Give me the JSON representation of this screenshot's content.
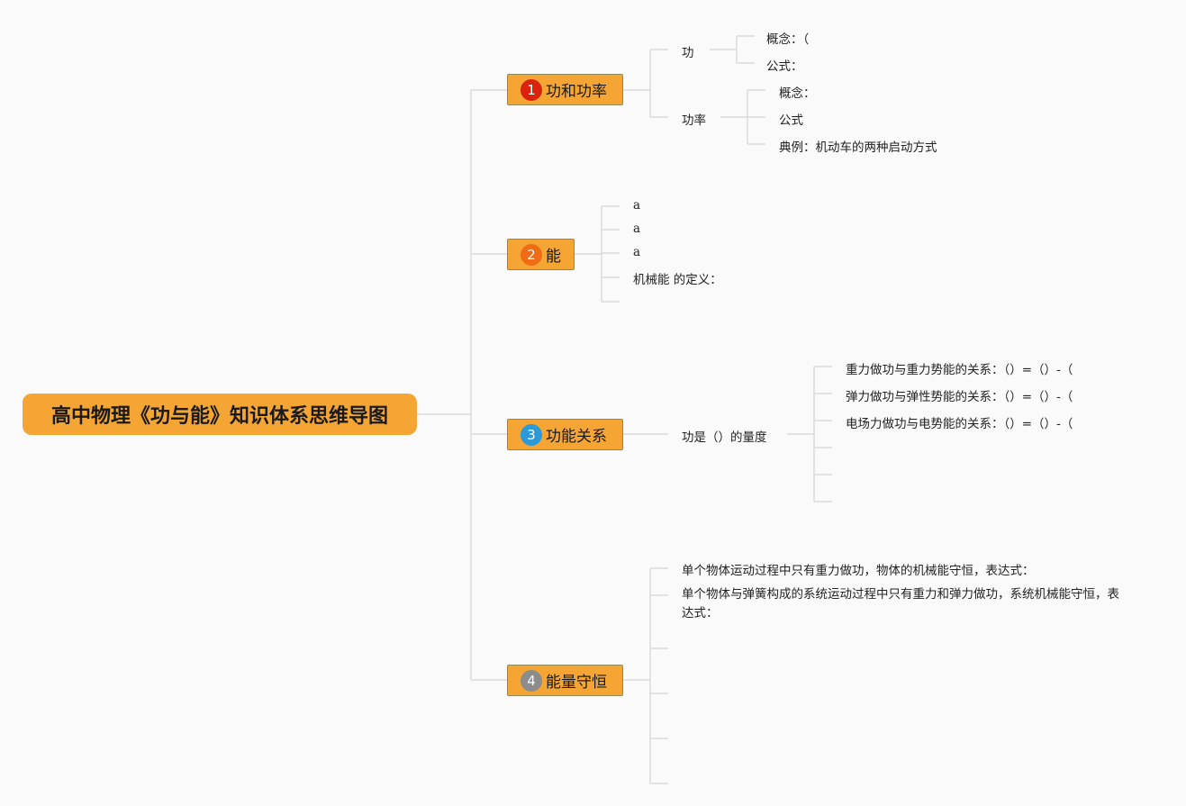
{
  "root": "高中物理《功与能》知识体系思维导图",
  "colors": {
    "node": "#f4a534",
    "badge1": "#d9230f",
    "badge2": "#ef6b16",
    "badge3": "#2a9ad8",
    "badge4": "#8c8c8c",
    "line": "#d9d9d9"
  },
  "branches": [
    {
      "num": "1",
      "label": "功和功率",
      "children": [
        {
          "label": "功",
          "items": [
            "概念：（",
            "公式：￼"
          ]
        },
        {
          "label": "功率",
          "items": [
            "概念：",
            "公式",
            "典例：机动车的两种启动方式"
          ]
        }
      ]
    },
    {
      "num": "2",
      "label": "能",
      "items": [
        "a",
        "a",
        "a",
        "机械能 的定义：",
        ""
      ]
    },
    {
      "num": "3",
      "label": "功能关系",
      "children": [
        {
          "label": "功是（）的量度",
          "items": [
            "重力做功与重力势能的关系：（）=（）-（",
            "弹力做功与弹性势能的关系：（）=（）-（",
            "电场力做功与电势能的关系：（）=（）-（",
            "",
            "",
            ""
          ]
        }
      ]
    },
    {
      "num": "4",
      "label": "能量守恒",
      "items": [
        "单个物体运动过程中只有重力做功，物体的机械能守恒，表达式：",
        "单个物体与弹簧构成的系统运动过程中只有重力和弹力做功，系统机械能守恒，表达式：",
        "",
        "",
        "",
        ""
      ]
    }
  ]
}
